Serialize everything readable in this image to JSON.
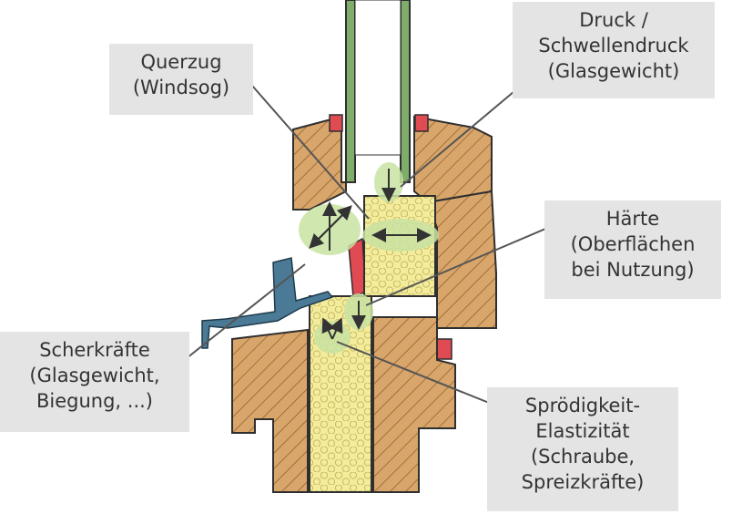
{
  "diagram": {
    "colors": {
      "wood": "#d8a56a",
      "glass": "#7fae6b",
      "insulation": "#f2ec9c",
      "seal": "#e04a52",
      "metal": "#4a7a96",
      "highlight": "#c9e3a2",
      "label_bg": "#e4e4e4",
      "line": "#555555"
    },
    "labels": [
      {
        "id": "querzug",
        "lines": [
          "Querzug",
          "(Windsog)"
        ]
      },
      {
        "id": "druck",
        "lines": [
          "Druck /",
          "Schwellendruck",
          "(Glasgewicht)"
        ]
      },
      {
        "id": "haerte",
        "lines": [
          "Härte",
          "(Oberflächen",
          "bei Nutzung)"
        ]
      },
      {
        "id": "scherkraefte",
        "lines": [
          "Scherkräfte",
          "(Glasgewicht,",
          "Biegung, ...)"
        ]
      },
      {
        "id": "sproedigkeit",
        "lines": [
          "Sprödigkeit-",
          "Elastizität",
          "(Schraube,",
          "Spreizkräfte)"
        ]
      }
    ]
  }
}
